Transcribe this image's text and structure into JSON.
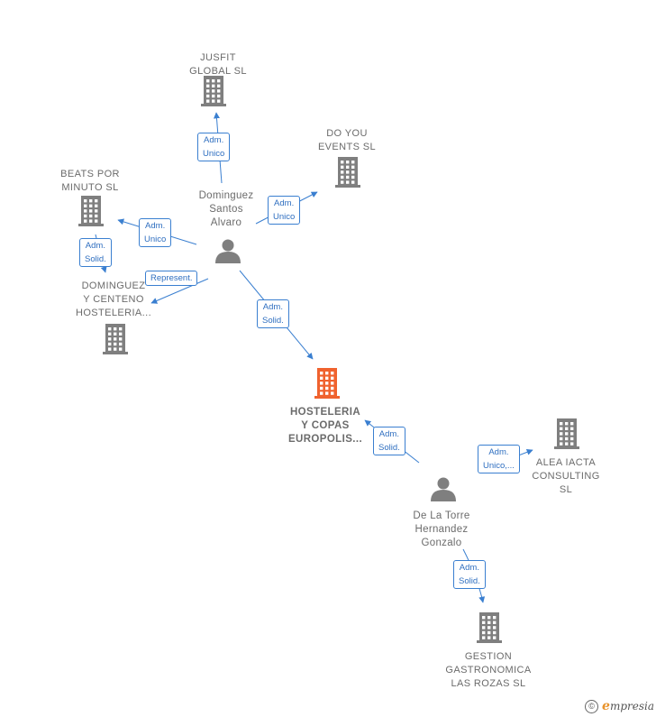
{
  "colors": {
    "building": "#7f7f7f",
    "building_main": "#f0622e",
    "person": "#7f7f7f",
    "edge": "#3a7fd0",
    "label": "#6b6b6b"
  },
  "nodes": {
    "jusfit": {
      "lines": [
        "JUSFIT",
        "GLOBAL  SL"
      ],
      "icon": "building-icon"
    },
    "doyou": {
      "lines": [
        "DO YOU",
        "EVENTS  SL"
      ],
      "icon": "building-icon"
    },
    "beats": {
      "lines": [
        "BEATS POR",
        "MINUTO  SL"
      ],
      "icon": "building-icon"
    },
    "dominguez_centeno": {
      "lines": [
        "DOMINGUEZ",
        "Y CENTENO",
        "HOSTELERIA..."
      ],
      "icon": "building-icon"
    },
    "hosteleria": {
      "lines": [
        "HOSTELERIA",
        "Y COPAS",
        "EUROPOLIS..."
      ],
      "icon": "building-icon"
    },
    "alea": {
      "lines": [
        "ALEA IACTA",
        "CONSULTING",
        "SL"
      ],
      "icon": "building-icon"
    },
    "gestion": {
      "lines": [
        "GESTION",
        "GASTRONOMICA",
        "LAS ROZAS  SL"
      ],
      "icon": "building-icon"
    },
    "person1": {
      "lines": [
        "Dominguez",
        "Santos",
        "Alvaro"
      ],
      "icon": "person-icon"
    },
    "person2": {
      "lines": [
        "De La Torre",
        "Hernandez",
        "Gonzalo"
      ],
      "icon": "person-icon"
    }
  },
  "edges": [
    {
      "id": "e1",
      "lines": [
        "Adm.",
        "Unico"
      ]
    },
    {
      "id": "e2",
      "lines": [
        "Adm.",
        "Unico"
      ]
    },
    {
      "id": "e3",
      "lines": [
        "Adm.",
        "Unico"
      ]
    },
    {
      "id": "e4",
      "lines": [
        "Adm.",
        "Solid."
      ]
    },
    {
      "id": "e5",
      "lines": [
        "Represent."
      ]
    },
    {
      "id": "e6",
      "lines": [
        "Adm.",
        "Solid."
      ]
    },
    {
      "id": "e7",
      "lines": [
        "Adm.",
        "Solid."
      ]
    },
    {
      "id": "e8",
      "lines": [
        "Adm.",
        "Unico,..."
      ]
    },
    {
      "id": "e9",
      "lines": [
        "Adm.",
        "Solid."
      ]
    }
  ],
  "footer": {
    "copyright": "©",
    "brand_first": "e",
    "brand_rest": "mpresia"
  }
}
